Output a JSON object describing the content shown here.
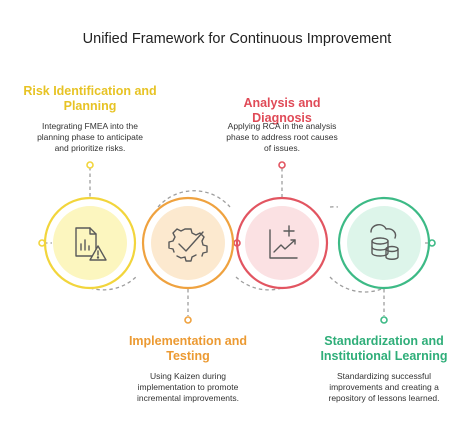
{
  "title": "Unified Framework for Continuous Improvement",
  "colors": {
    "yellow": "#F2D53C",
    "yellow_fill": "#FCF6BF",
    "orange": "#EFA23F",
    "orange_fill": "#FCE9CF",
    "red": "#E25561",
    "red_fill": "#FBE1E3",
    "green": "#3DBA86",
    "green_fill": "#DDF5EA",
    "connector": "#9E9E9E"
  },
  "stages": [
    {
      "title_lines": [
        "Risk Identification and",
        "Planning"
      ],
      "desc_lines": [
        "Integrating FMEA into the",
        "planning phase to anticipate",
        "and prioritize risks."
      ],
      "icon": "document-warning-icon",
      "color": "yellow"
    },
    {
      "title_lines": [
        "Implementation and",
        "Testing"
      ],
      "desc_lines": [
        "Using Kaizen during",
        "implementation to promote",
        "incremental improvements."
      ],
      "icon": "gear-check-icon",
      "color": "orange"
    },
    {
      "title_lines": [
        "Analysis and Diagnosis"
      ],
      "desc_lines": [
        "Applying RCA in the analysis",
        "phase to address root causes",
        "of issues."
      ],
      "icon": "chart-plus-icon",
      "color": "red"
    },
    {
      "title_lines": [
        "Standardization and",
        "Institutional Learning"
      ],
      "desc_lines": [
        "Standardizing successful",
        "improvements and creating a",
        "repository of lessons learned."
      ],
      "icon": "database-cloud-icon",
      "color": "green"
    }
  ]
}
